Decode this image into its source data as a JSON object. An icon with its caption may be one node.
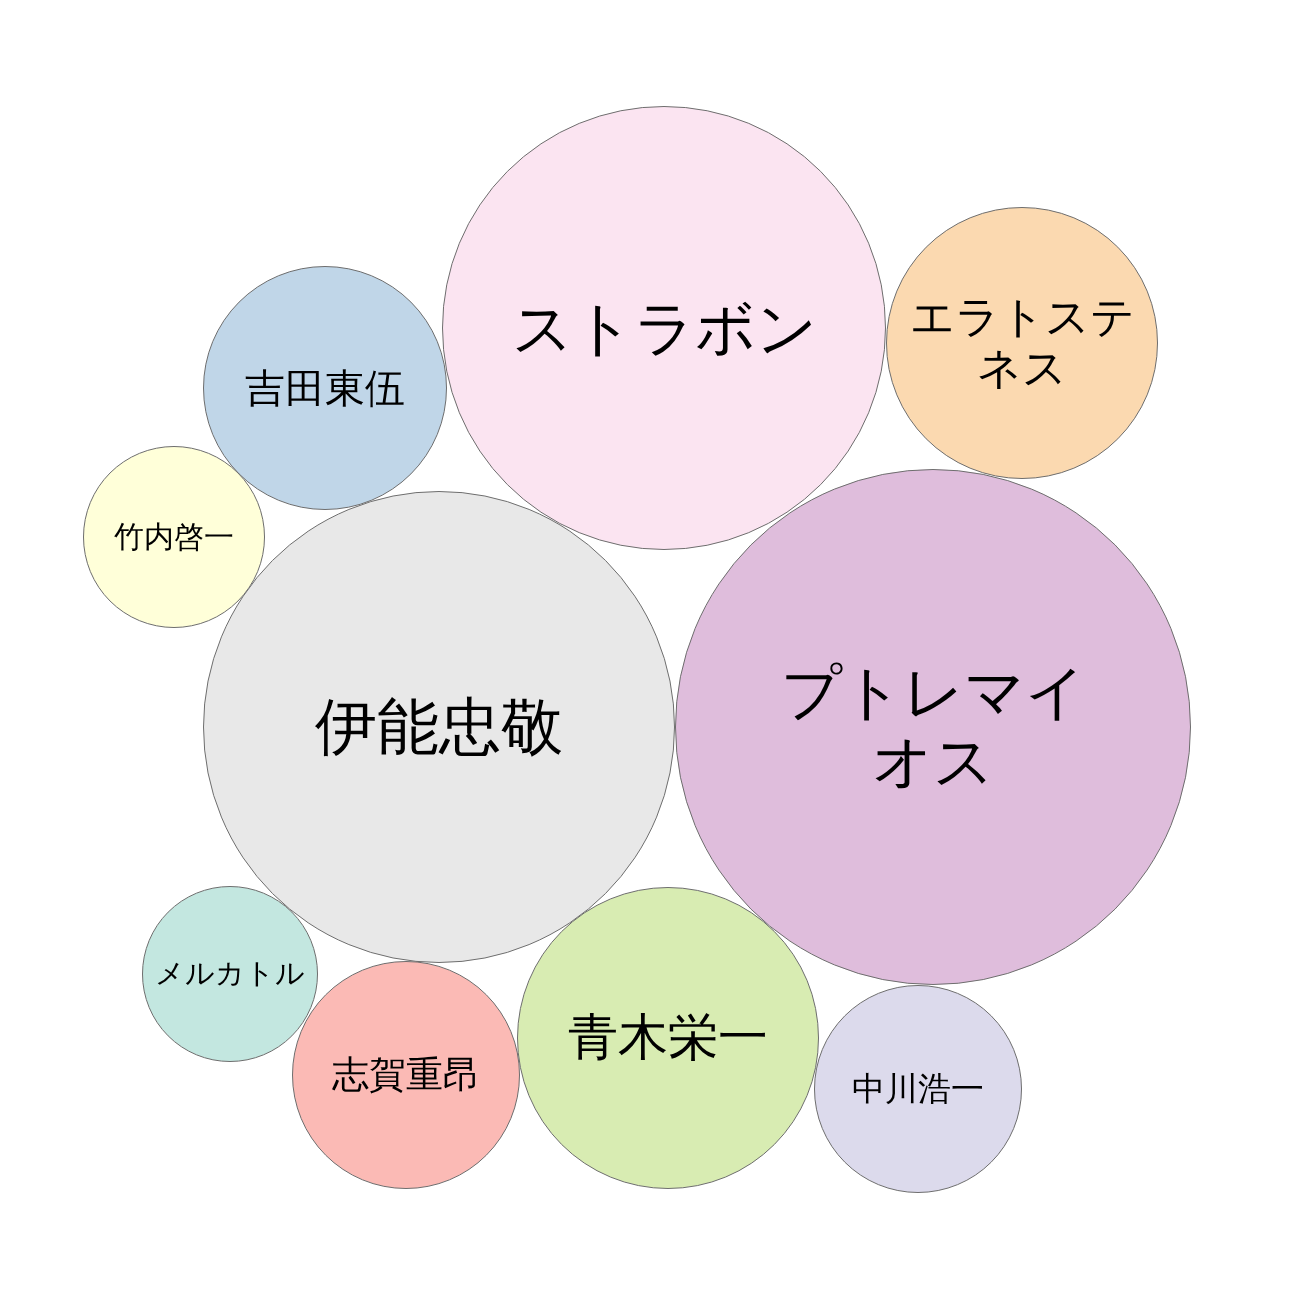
{
  "diagram": {
    "nodes": [
      {
        "text": [
          "ストラボン"
        ]
      },
      {
        "text": [
          "エラトステネス"
        ]
      },
      {
        "text": [
          "吉田東伍"
        ]
      },
      {
        "text": [
          "竹内啓一"
        ]
      },
      {
        "text": [
          "伊能忠敬"
        ]
      },
      {
        "text": [
          "プトレマイオス"
        ]
      },
      {
        "text": [
          "メルカトル"
        ]
      },
      {
        "text": [
          "志賀重昂"
        ]
      },
      {
        "text": [
          "青木栄一"
        ]
      },
      {
        "text": [
          "中川浩一"
        ]
      }
    ]
  }
}
